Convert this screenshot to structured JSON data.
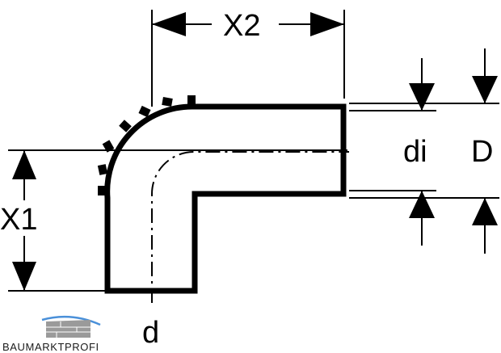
{
  "diagram": {
    "type": "pipe-elbow-dimension-drawing",
    "labels": {
      "x2": "X2",
      "x1": "X1",
      "di": "di",
      "D": "D",
      "d": "d"
    },
    "watermark": {
      "text": "BAUMARKTPROFI",
      "color_accent": "#4a90d9",
      "color_gray": "#9a9a9a"
    },
    "colors": {
      "line": "#000000",
      "background": "#ffffff"
    }
  }
}
